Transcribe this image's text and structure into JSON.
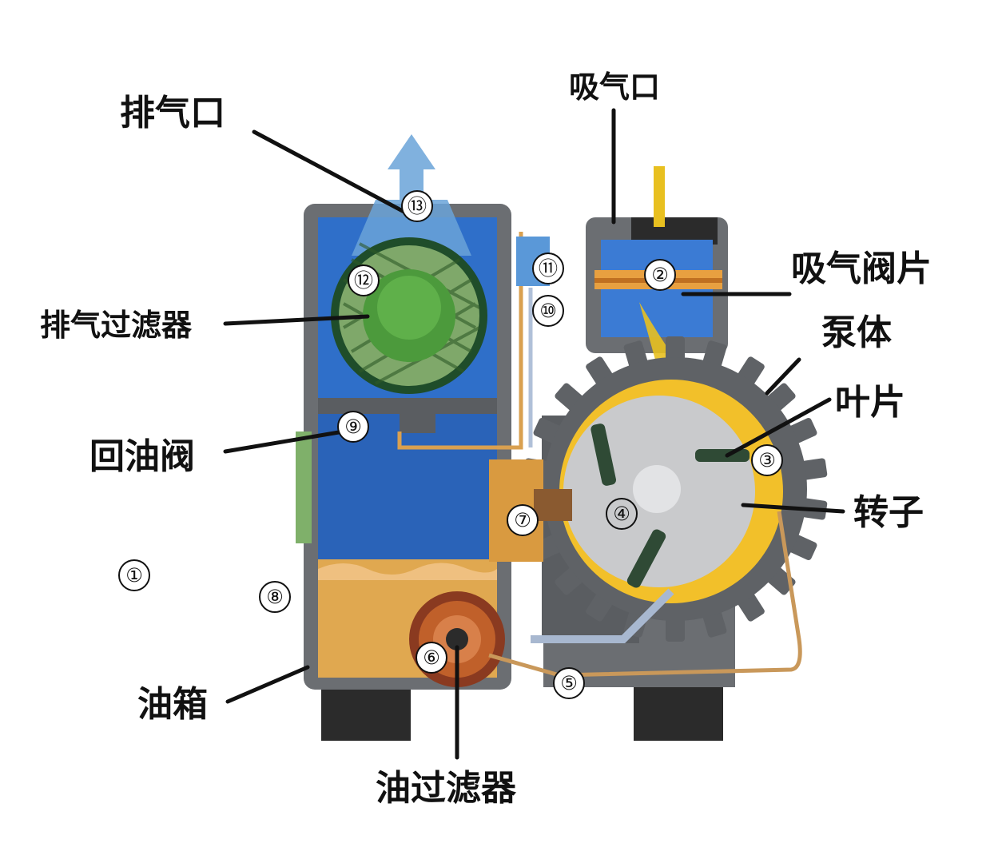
{
  "labels": {
    "exhaust_port": "排气口",
    "intake_port": "吸气口",
    "intake_valve_plate": "吸气阀片",
    "exhaust_filter": "排气过滤器",
    "pump_body": "泵体",
    "vane": "叶片",
    "oil_return_valve": "回油阀",
    "rotor": "转子",
    "oil_tank": "油箱",
    "oil_filter": "油过滤器"
  },
  "numbers": [
    "①",
    "②",
    "③",
    "④",
    "⑤",
    "⑥",
    "⑦",
    "⑧",
    "⑨",
    "⑩",
    "⑪",
    "⑫",
    "⑬"
  ],
  "colors": {
    "housing": "#6b6e72",
    "housing_dark": "#4a4c50",
    "chamber_blue": "#2f6fc9",
    "oil_yellow": "#e0a850",
    "rotor_gray": "#c9cacc",
    "stator_yellow": "#f2c02a",
    "filter_green": "#4c9a3c",
    "arrow_blue": "#6aa3d8",
    "intake_yellow": "#e8c020",
    "copper": "#c0602a",
    "foot": "#2b2b2b"
  }
}
